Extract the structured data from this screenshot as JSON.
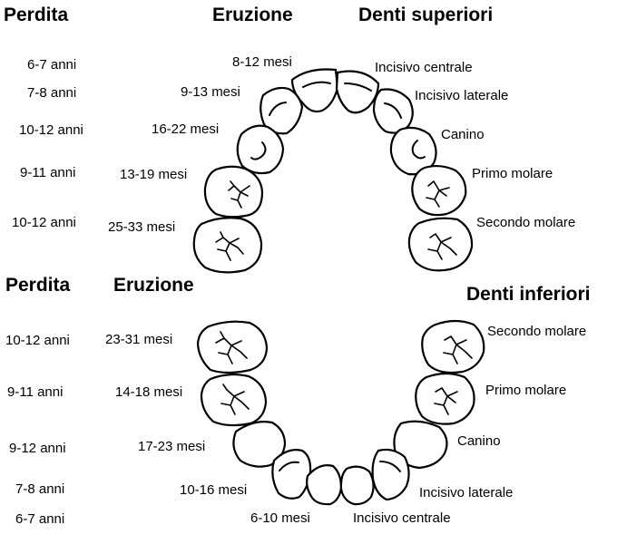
{
  "upper": {
    "header_loss": "Perdita",
    "header_eruption": "Eruzione",
    "header_teeth": "Denti superiori",
    "loss": [
      "6-7 anni",
      "7-8 anni",
      "10-12 anni",
      "9-11 anni",
      "10-12 anni"
    ],
    "eruption": [
      "8-12 mesi",
      "9-13 mesi",
      "16-22 mesi",
      "13-19 mesi",
      "25-33 mesi"
    ],
    "teeth": [
      "Incisivo centrale",
      "Incisivo laterale",
      "Canino",
      "Primo molare",
      "Secondo molare"
    ]
  },
  "lower": {
    "header_loss": "Perdita",
    "header_eruption": "Eruzione",
    "header_teeth": "Denti inferiori",
    "loss": [
      "10-12 anni",
      "9-11 anni",
      "9-12 anni",
      "7-8 anni",
      "6-7 anni"
    ],
    "eruption": [
      "23-31 mesi",
      "14-18 mesi",
      "17-23 mesi",
      "10-16 mesi",
      "6-10 mesi"
    ],
    "teeth": [
      "Secondo molare",
      "Primo molare",
      "Canino",
      "Incisivo laterale",
      "Incisivo centrale"
    ]
  }
}
